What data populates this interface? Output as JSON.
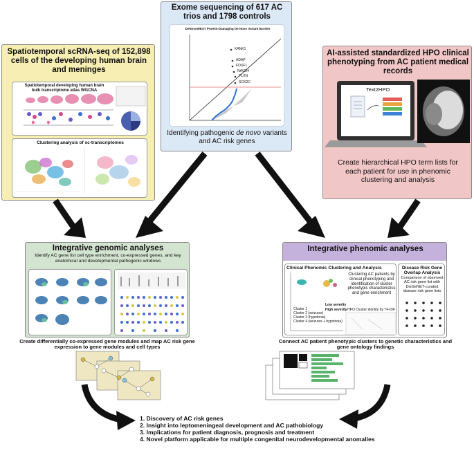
{
  "top_panel": {
    "title": "Exome sequencing of 617 AC trios and 1798 controls",
    "plot_title": "DeNovoWEST Protein-Damaging De Novo Variant Burden",
    "plot_genes": [
      "KANK1",
      "ADAP",
      "FOXF1",
      "NAV3/4",
      "PLXN",
      "SOX2C"
    ],
    "caption_pre": "Identifying pathogenic ",
    "caption_em": "de novo",
    "caption_post": " variants and  AC risk genes"
  },
  "left_panel": {
    "title": "Spatiotemporal scRNA-seq of 152,898 cells of the developing human brain and meninges",
    "bulk_title": "Spatiotemporal developing human brain bulk transcriptome atlas WGCNA",
    "cluster_title": "Clustering analysis of sc-transcriptomes"
  },
  "right_panel": {
    "title": "AI-assisted standardized HPO clinical phenotyping from AC patient medical records",
    "laptop_label": "Text2HPO",
    "caption": "Create hierarchical HPO term lists for each patient for use in phenomic clustering and analysis"
  },
  "genomic": {
    "title": "Integrative genomic analyses",
    "subtitle": "Identify AC gene list cell type enrichment, co-expressed genes, and key anatomical and developmental pathogenic windows",
    "caption": "Create differentially co-expressed gene modules and map AC risk gene expression to gene modules and cell types"
  },
  "phenomic": {
    "title": "Integrative phenomic analyses",
    "clinical_title": "Clinical Phenomic Clustering and Analysis",
    "clinical_desc": "Clustering AC patients by clinical phenotyping and identification of cluster phenotypic characteristics and gene enrichment",
    "hpo_label": "HPO Cluster identity by TF-IDF",
    "cluster_legend": [
      "Cluster 1",
      "Cluster 2 (seizures)",
      "Cluster 3 (hypotonia)",
      "Cluster 4 (seizures + hypotonia)"
    ],
    "low_severity": "Low severity",
    "high_severity": "High severity",
    "disease_title": "Disease Risk Gene Overlap Analysis",
    "disease_desc": "Comparison of observed AC risk gene list with DisGeNET-curated disease risk gene lists",
    "caption": "Connect AC patient phenotypic clusters to genetic characteristics and gene ontology findings"
  },
  "outcomes": [
    "1. Discovery of AC risk genes",
    "2. Insight into leptomeningeal development and AC pathobiology",
    "3. Implications for patient diagnosis, prognosis and treatment",
    "4. Novel platform applicable for multiple congenital neurodevelopmental anomalies"
  ],
  "colors": {
    "top_bg": "#dbe8f6",
    "left_bg": "#f7eeb4",
    "right_bg": "#f1c6c6",
    "genomic_bg": "#d3e4d0",
    "phenomic_head": "#c4b2dc",
    "arrow": "#111111"
  }
}
